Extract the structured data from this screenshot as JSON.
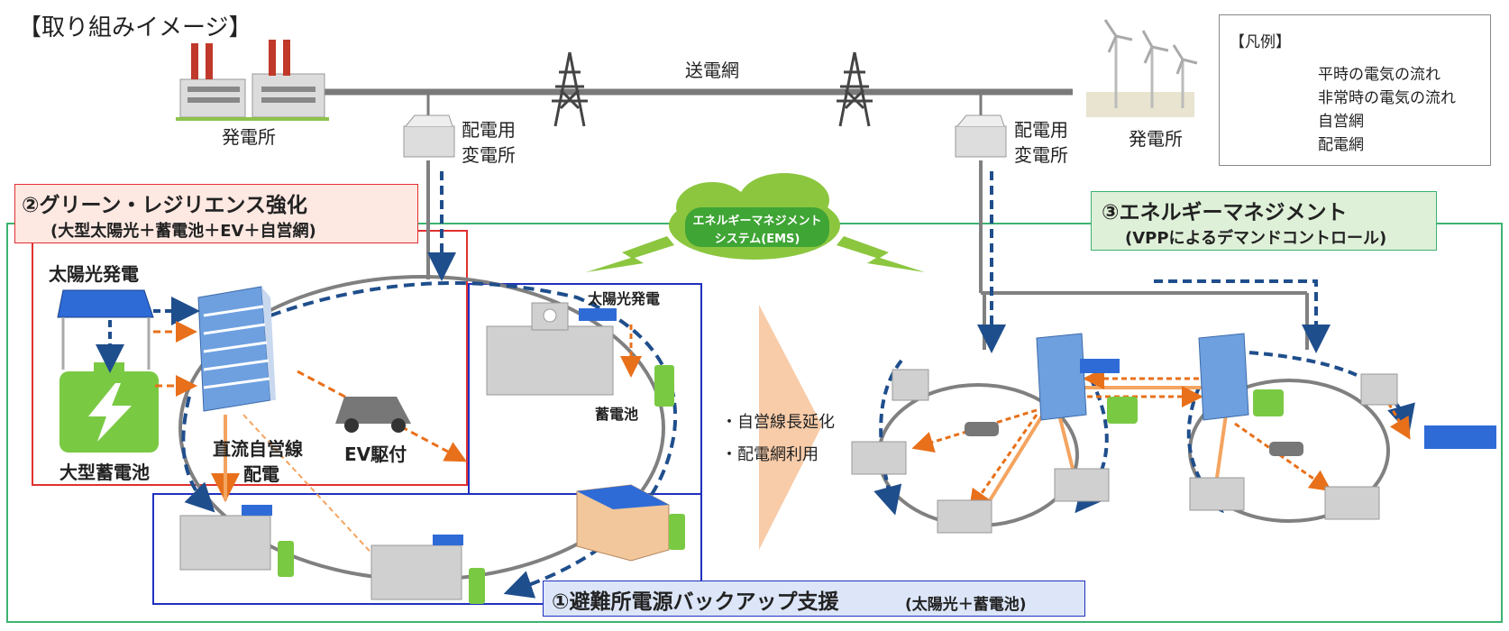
{
  "header": {
    "title": "【取り組みイメージ】"
  },
  "labels": {
    "transmission_grid": "送電網",
    "power_plant_left": "発電所",
    "power_plant_right": "発電所",
    "substation_left": [
      "配電用",
      "変電所"
    ],
    "substation_right": [
      "配電用",
      "変電所"
    ],
    "ems": [
      "エネルギーマネジメント",
      "システム(EMS)"
    ],
    "solar_big": "太陽光発電",
    "solar_school": "太陽光発電",
    "large_battery": "大型蓄電池",
    "battery": "蓄電池",
    "ev_charging": "EV駆付",
    "dc_line": [
      "直流自営線",
      "配電"
    ],
    "bullets": [
      "・自営線長延化",
      "・配電網利用"
    ]
  },
  "callouts": {
    "green_resilience_title": "②グリーン・レジリエンス強化",
    "green_resilience_sub": "(大型太陽光＋蓄電池＋EV＋自営網)",
    "energy_mgmt_title": "③エネルギーマネジメント",
    "energy_mgmt_sub": "(VPPによるデマンドコントロール)",
    "shelter_title": "①避難所電源バックアップ支援",
    "shelter_sub": "(太陽光＋蓄電池)"
  },
  "legend": {
    "title": "【凡例】",
    "items": [
      {
        "label": "平時の電気の流れ",
        "style": "dashed-arrow",
        "color": "#1f4e8c"
      },
      {
        "label": "非常時の電気の流れ",
        "style": "dashed-arrow",
        "color": "#e8701a"
      },
      {
        "label": "自営網",
        "style": "solid",
        "color": "#f4a460"
      },
      {
        "label": "配電網",
        "style": "solid",
        "color": "#808080"
      }
    ]
  },
  "colors": {
    "normal_flow": "#1f4e8c",
    "emergency_flow": "#e8701a",
    "private_grid": "#f4a460",
    "distribution_grid": "#808080",
    "frame_green": "#3cb371",
    "frame_red": "#e03030",
    "frame_blue": "#2030c0",
    "battery_green": "#7ac943",
    "ems_cloud": "#8cc63f"
  }
}
